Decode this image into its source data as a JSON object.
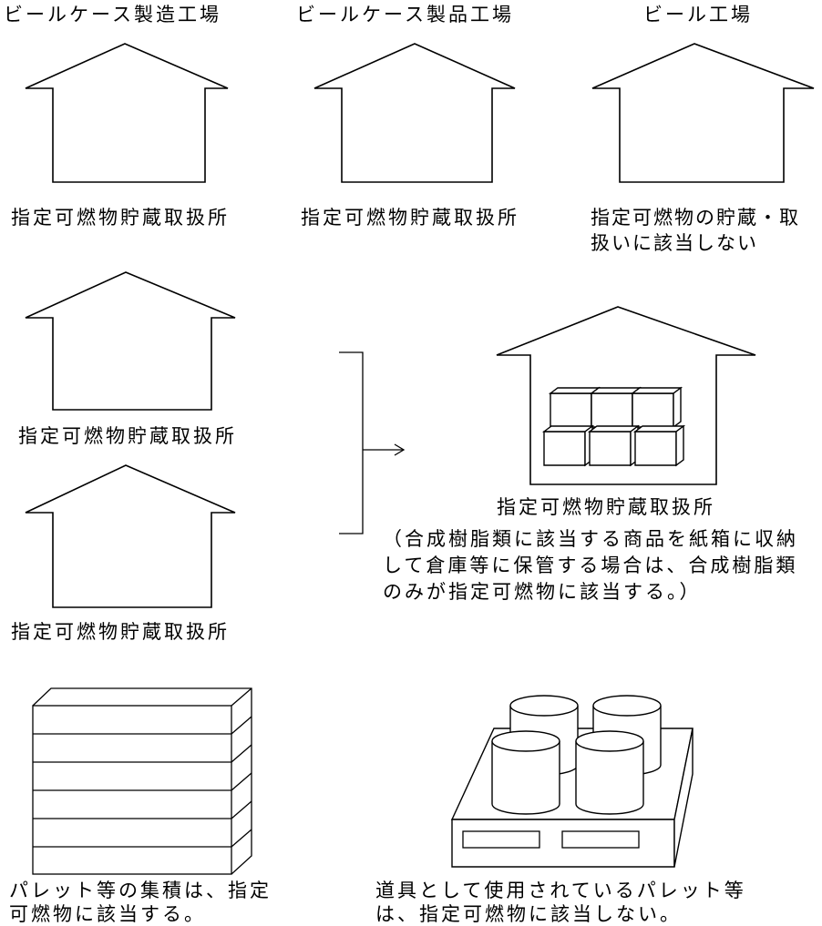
{
  "top_row": {
    "left": {
      "title": "ビールケース製造工場",
      "label": "指定可燃物貯蔵取扱所"
    },
    "middle": {
      "title": "ビールケース製品工場",
      "label": "指定可燃物貯蔵取扱所"
    },
    "right": {
      "title": "ビール工場",
      "label": "指定可燃物の貯蔵・取扱いに該当しない"
    }
  },
  "middle_row": {
    "upper_left_label": "指定可燃物貯蔵取扱所",
    "lower_left_label": "指定可燃物貯蔵取扱所",
    "right_label": "指定可燃物貯蔵取扱所",
    "note": "（合成樹脂類に該当する商品を紙箱に収納して倉庫等に保管する場合は、合成樹脂類のみが指定可燃物に該当する。）"
  },
  "bottom_row": {
    "pallet_stack_caption": "パレット等の集積は、指定可燃物に該当する。",
    "tool_pallet_caption": "道具として使用されているパレット等は、指定可燃物に該当しない。"
  },
  "colors": {
    "line": "#000000",
    "background": "#ffffff"
  }
}
